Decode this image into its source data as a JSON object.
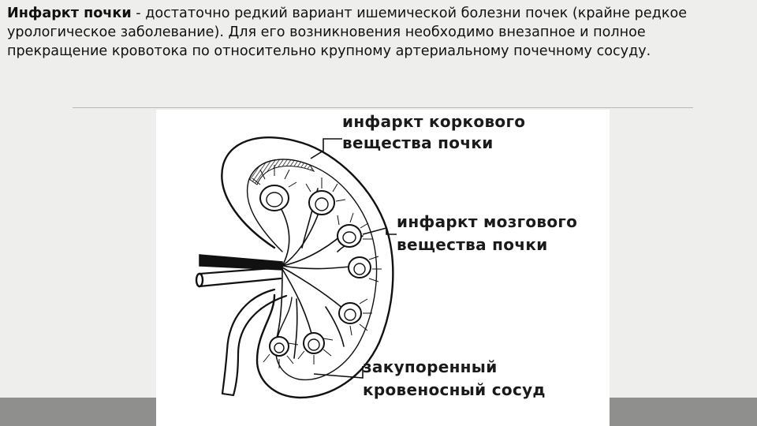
{
  "intro": {
    "term": "Инфаркт почки",
    "text": " - достаточно редкий вариант ишемической болезни почек (крайне редкое урологическое заболевание). Для его возникновения необходимо внезапное и полное прекращение кровотока по относительно крупному артериальному почечному сосуду."
  },
  "figure": {
    "labels": {
      "cortex_line1": "инфаркт коркового",
      "cortex_line2": "вещества почки",
      "medulla_line1": "инфаркт мозгового",
      "medulla_line2": "вещества почки",
      "vessel_line1": "закупоренный",
      "vessel_line2": "кровеносный сосуд"
    }
  }
}
